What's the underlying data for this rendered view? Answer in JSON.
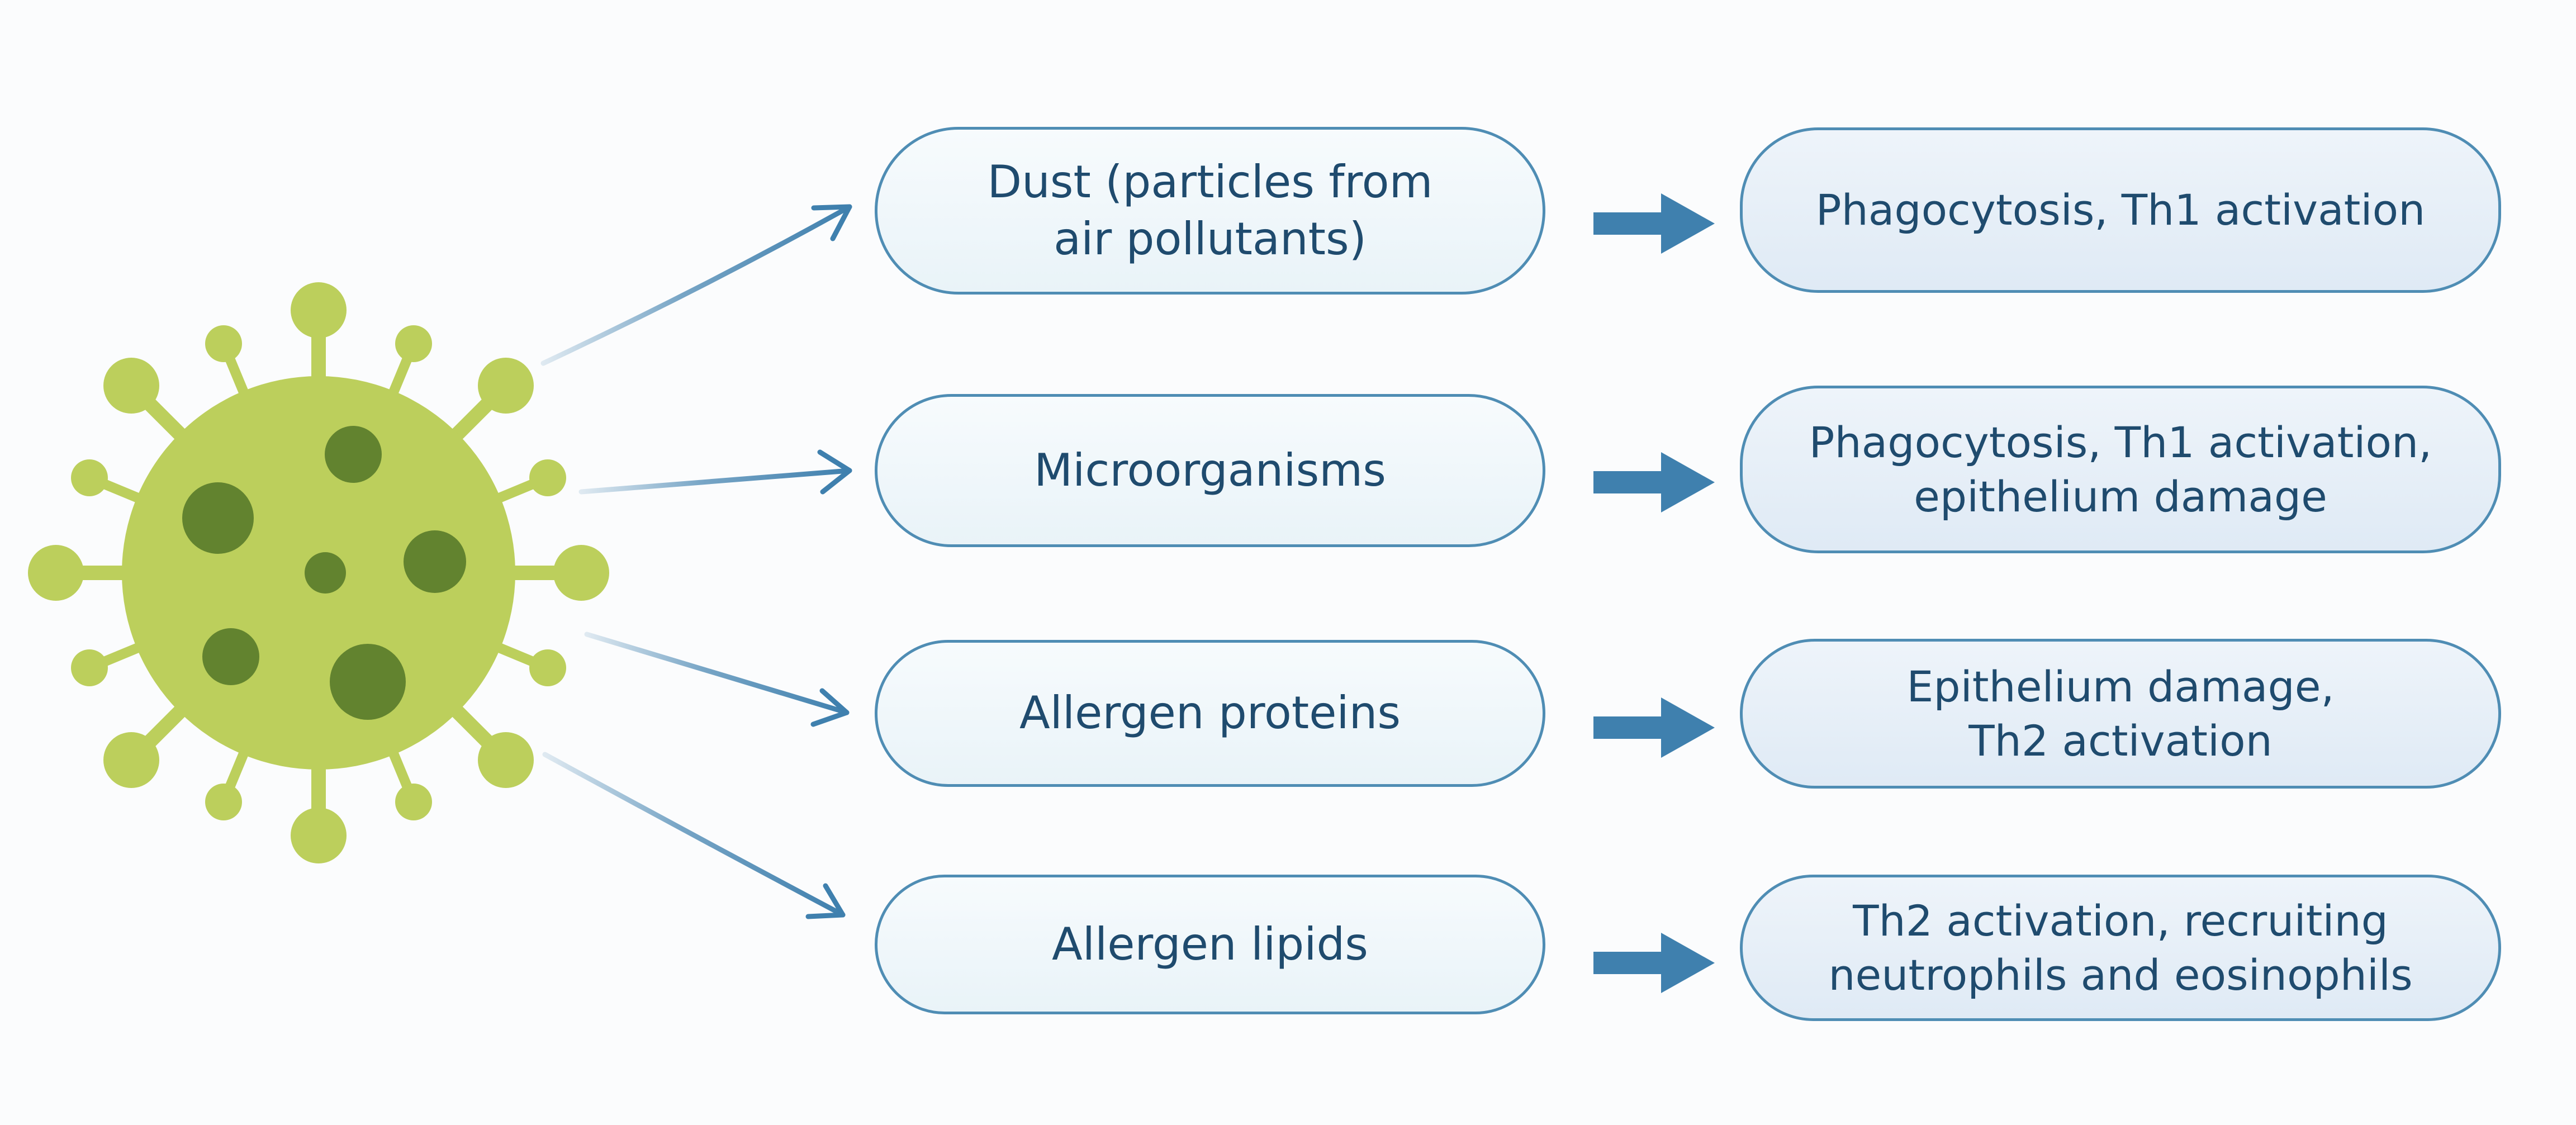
{
  "colors": {
    "background": "#fbfcfd",
    "virus_body": "#bccf5c",
    "virus_spots": "#62832f",
    "arrow": "#3f80ae",
    "box_border": "#4f8db4",
    "text": "#1f4b6e"
  },
  "icons": {
    "agent": "virus-icon"
  },
  "nodes": {
    "sources": [
      {
        "label": "Dust (particles from\nair pollutants)"
      },
      {
        "label": "Microorganisms"
      },
      {
        "label": "Allergen proteins"
      },
      {
        "label": "Allergen lipids"
      }
    ],
    "effects": [
      {
        "label": "Phagocytosis, Th1 activation"
      },
      {
        "label": "Phagocytosis, Th1 activation,\nepithelium damage"
      },
      {
        "label": "Epithelium damage,\nTh2 activation"
      },
      {
        "label": "Th2 activation, recruiting\nneutrophils and eosinophils"
      }
    ]
  }
}
